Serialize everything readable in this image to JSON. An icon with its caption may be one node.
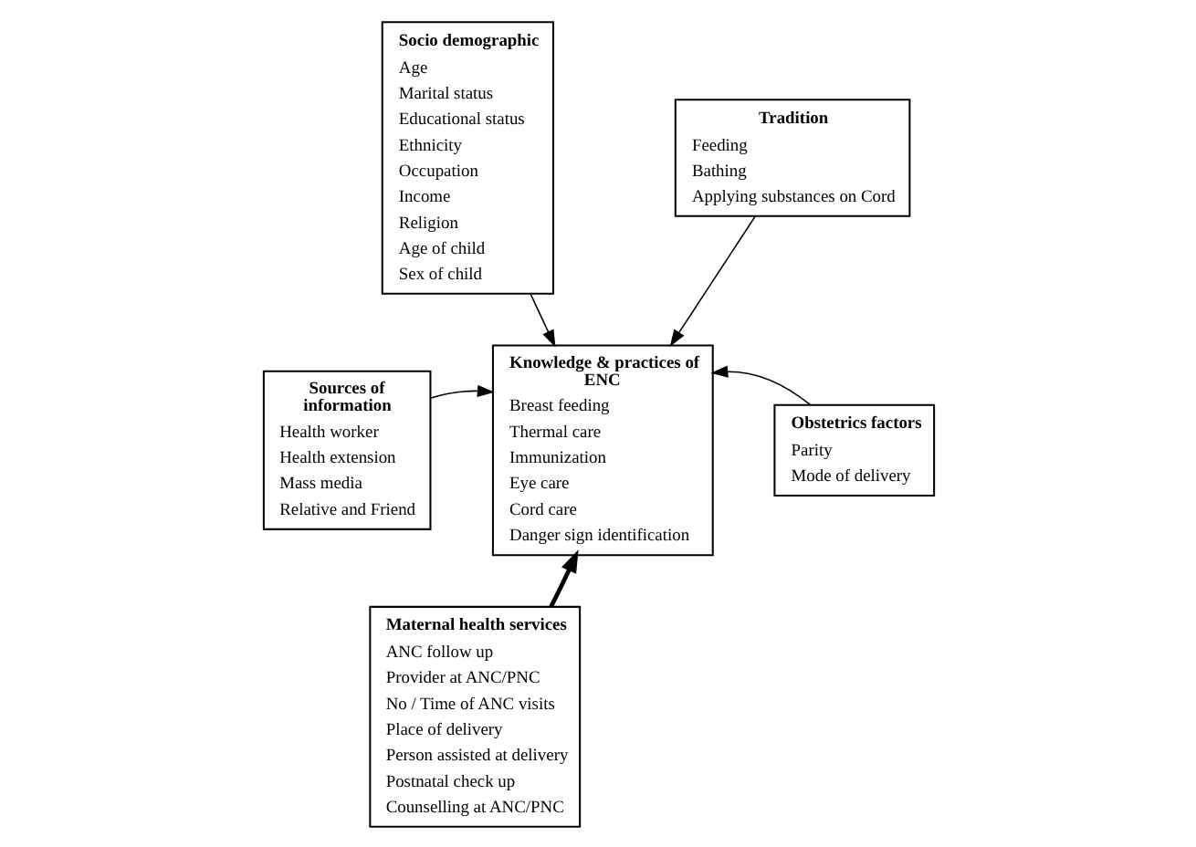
{
  "diagram": {
    "nodes": [
      {
        "text": [
          "Socio demographic",
          "Age",
          "Marital status",
          "Educational status",
          "Ethnicity",
          "Occupation",
          "Income",
          "Religion",
          "Age of child",
          "Sex of child"
        ]
      },
      {
        "text": [
          "Tradition",
          "Feeding",
          "Bathing",
          "Applying substances on Cord"
        ]
      },
      {
        "text": [
          "Knowledge & practices of ENC",
          "Breast feeding",
          "Thermal care",
          "Immunization",
          "Eye care",
          "Cord care",
          "Danger sign identification"
        ]
      },
      {
        "text": [
          "Sources of information",
          "Health worker",
          "Health extension",
          "Mass media",
          "Relative and Friend"
        ]
      },
      {
        "text": [
          "Obstetrics factors",
          "Parity",
          "Mode of delivery"
        ]
      },
      {
        "text": [
          "Maternal health services",
          "ANC follow up",
          "Provider at ANC/PNC",
          "No / Time of ANC visits",
          "Place of delivery",
          "Person assisted at delivery",
          "Postnatal check up",
          "Counselling at ANC/PNC"
        ]
      }
    ],
    "edges": [
      {
        "from": 0,
        "to": 2,
        "arrow": "to"
      },
      {
        "from": 1,
        "to": 2,
        "arrow": "to"
      },
      {
        "from": 3,
        "to": 2,
        "arrow": "to"
      },
      {
        "from": 4,
        "to": 2,
        "arrow": "to"
      },
      {
        "from": 5,
        "to": 2,
        "arrow": "to",
        "style": "thick"
      }
    ]
  }
}
